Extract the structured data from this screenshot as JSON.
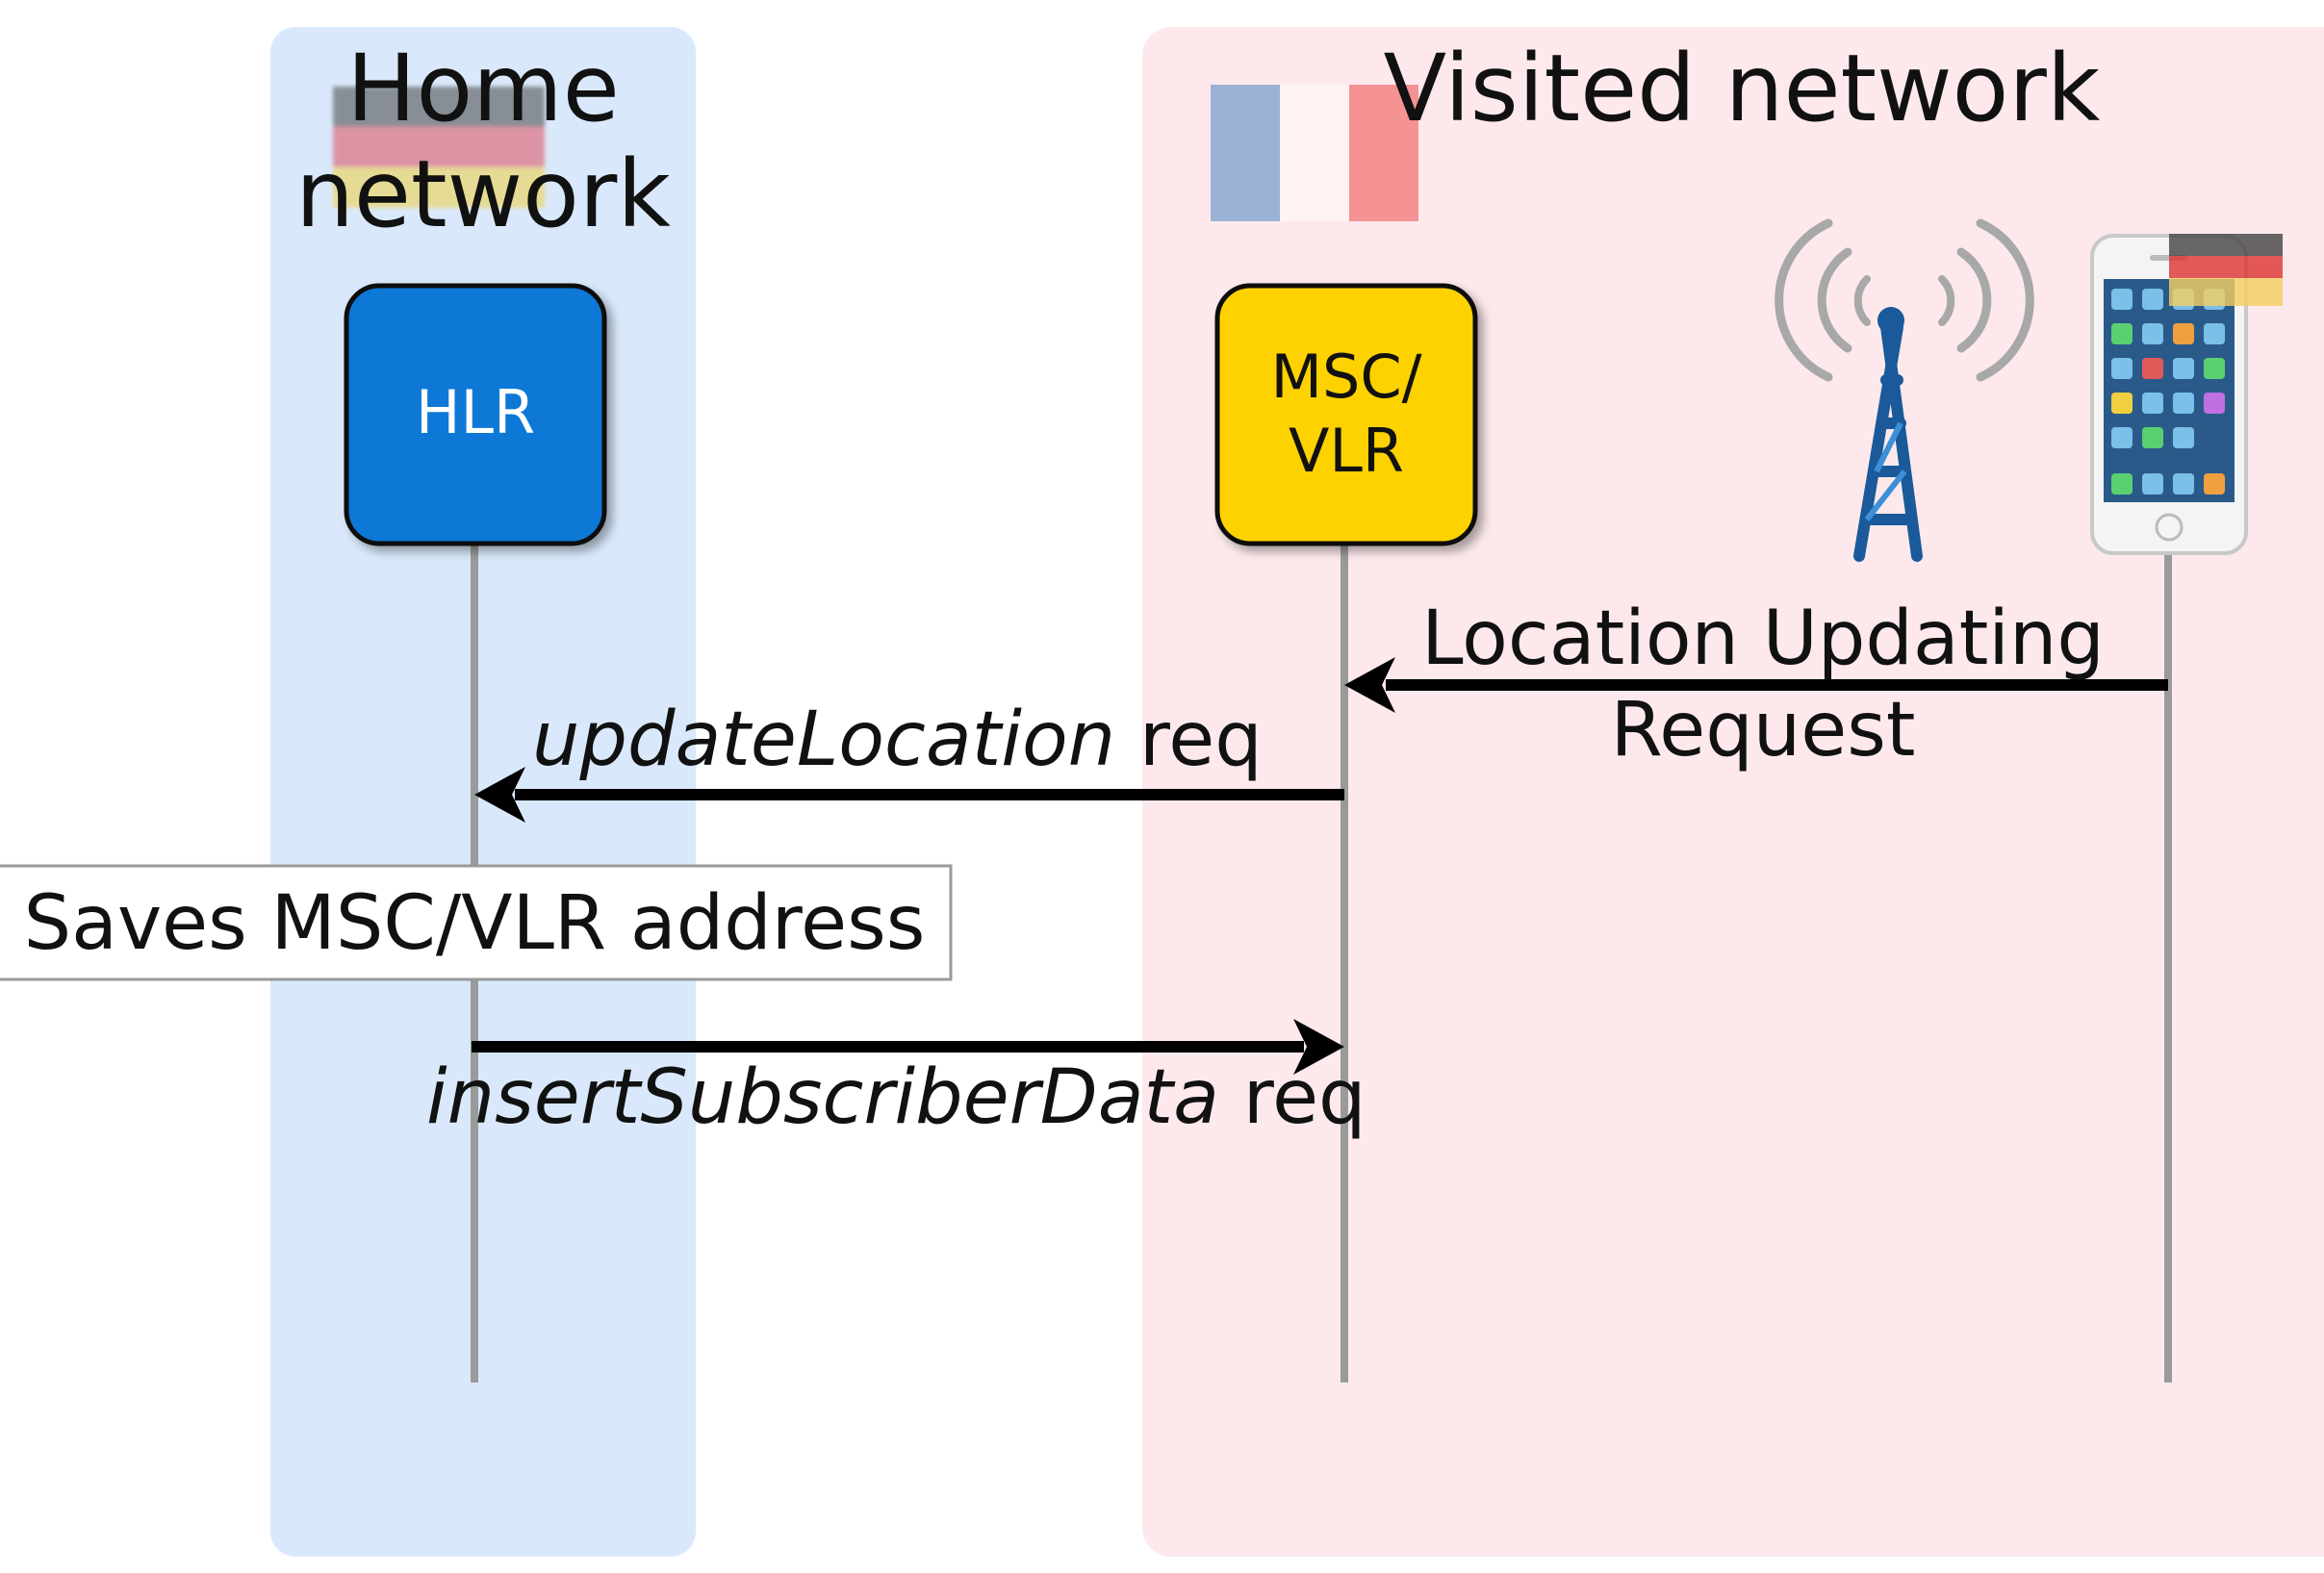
{
  "zones": {
    "home": {
      "title_line1": "Home",
      "title_line2": "network",
      "color": "#d9e9fb",
      "flag": "germany-flag"
    },
    "visited": {
      "title": "Visited network",
      "color": "#fde9ec",
      "flag": "france-flag"
    }
  },
  "nodes": {
    "hlr": {
      "label": "HLR",
      "color": "#0a78d6",
      "text_color": "#ffffff"
    },
    "msc": {
      "label_line1": "MSC/",
      "label_line2": "VLR",
      "color": "#fed200",
      "text_color": "#111111"
    },
    "tower": {
      "icon": "cell-tower-icon"
    },
    "phone": {
      "icon": "smartphone-icon",
      "flag": "germany-flag"
    }
  },
  "messages": {
    "location_updating": {
      "line1": "Location Updating",
      "line2": "Request"
    },
    "update_location": {
      "italic": "updateLocation",
      "suffix": " req"
    },
    "insert_subscriber": {
      "italic": "insertSubscriberData",
      "suffix": " req"
    }
  },
  "note": {
    "text": "Saves MSC/VLR address"
  },
  "colors": {
    "lifeline": "#9a9a9a",
    "arrow": "#000000"
  }
}
